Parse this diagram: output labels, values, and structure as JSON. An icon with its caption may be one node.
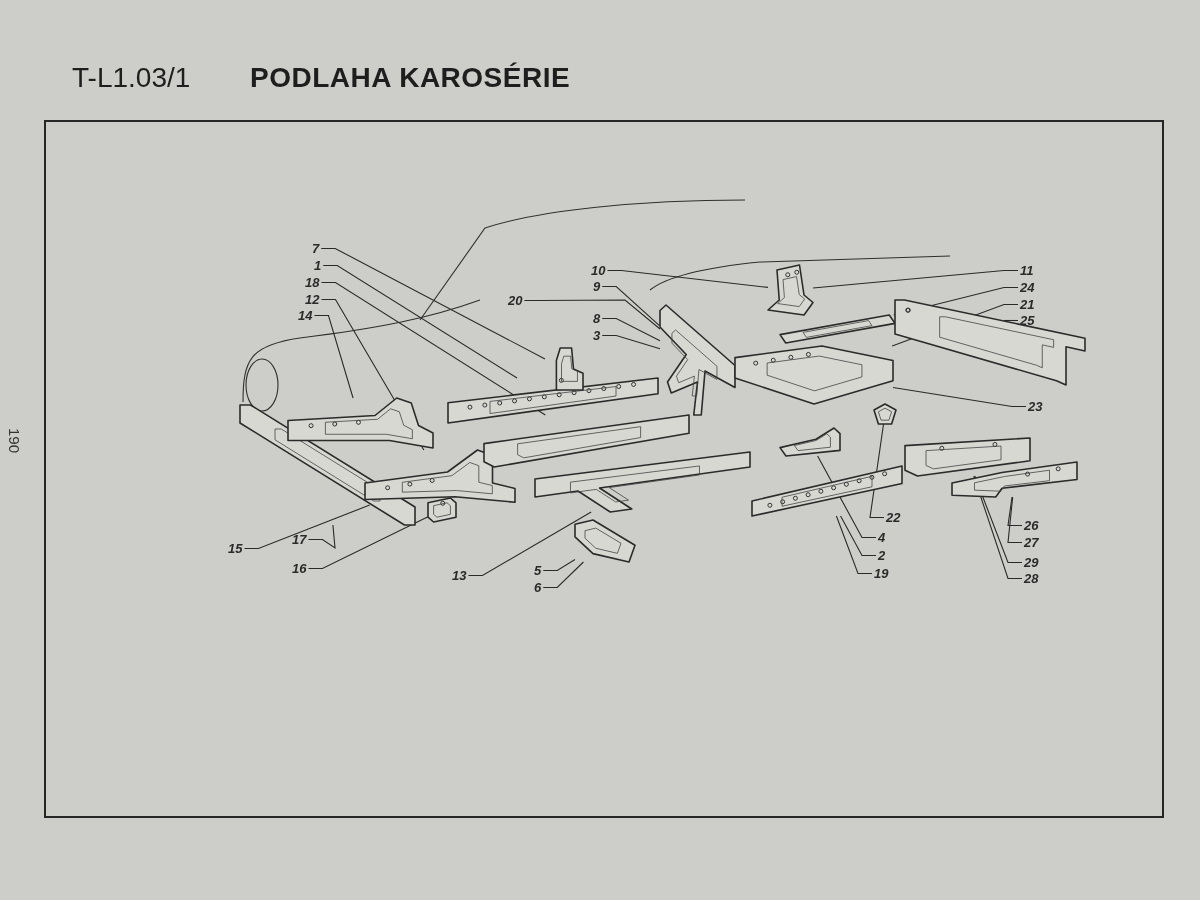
{
  "diagram": {
    "title": "PODLAHA KAROSÉRIE",
    "nodes": [
      {
        "text": [
          "7"
        ]
      },
      {
        "text": [
          "1"
        ]
      },
      {
        "text": [
          "18"
        ]
      },
      {
        "text": [
          "12"
        ]
      },
      {
        "text": [
          "14"
        ]
      },
      {
        "text": [
          "20"
        ]
      },
      {
        "text": [
          "10"
        ]
      },
      {
        "text": [
          "9"
        ]
      },
      {
        "text": [
          "8"
        ]
      },
      {
        "text": [
          "3"
        ]
      },
      {
        "text": [
          "11"
        ]
      },
      {
        "text": [
          "24"
        ]
      },
      {
        "text": [
          "21"
        ]
      },
      {
        "text": [
          "25"
        ]
      },
      {
        "text": [
          "23"
        ]
      },
      {
        "text": [
          "17"
        ]
      },
      {
        "text": [
          "15"
        ]
      },
      {
        "text": [
          "16"
        ]
      },
      {
        "text": [
          "13"
        ]
      },
      {
        "text": [
          "5"
        ]
      },
      {
        "text": [
          "6"
        ]
      },
      {
        "text": [
          "22"
        ]
      },
      {
        "text": [
          "4"
        ]
      },
      {
        "text": [
          "2"
        ]
      },
      {
        "text": [
          "19"
        ]
      },
      {
        "text": [
          "26"
        ]
      },
      {
        "text": [
          "27"
        ]
      },
      {
        "text": [
          "29"
        ]
      },
      {
        "text": [
          "28"
        ]
      },
      {
        "text": [],
        "shape": "picture"
      },
      {
        "text": [],
        "shape": "picture"
      },
      {
        "text": [],
        "shape": "picture"
      },
      {
        "text": [],
        "shape": "picture"
      },
      {
        "text": [],
        "shape": "picture"
      },
      {
        "text": [],
        "shape": "picture"
      },
      {
        "text": [],
        "shape": "picture"
      },
      {
        "text": [],
        "shape": "picture"
      },
      {
        "text": [],
        "shape": "picture"
      },
      {
        "text": [],
        "shape": "picture"
      },
      {
        "text": [],
        "shape": "picture"
      },
      {
        "text": [],
        "shape": "picture"
      },
      {
        "text": [],
        "shape": "picture"
      },
      {
        "text": [],
        "shape": "picture"
      },
      {
        "text": [],
        "shape": "picture"
      },
      {
        "text": [],
        "shape": "picture"
      },
      {
        "text": [],
        "shape": "picture"
      },
      {
        "text": [],
        "shape": "picture"
      },
      {
        "text": [],
        "shape": "picture"
      }
    ],
    "edges": [
      {
        "from": 0,
        "to": 34,
        "arrow": "none"
      },
      {
        "from": 1,
        "to": 33,
        "arrow": "none"
      },
      {
        "from": 2,
        "to": 35,
        "arrow": "none"
      },
      {
        "from": 3,
        "to": 31,
        "arrow": "none"
      },
      {
        "from": 4,
        "to": 30,
        "arrow": "none"
      },
      {
        "from": 5,
        "to": 39,
        "arrow": "none"
      },
      {
        "from": 6,
        "to": 40,
        "arrow": "none"
      },
      {
        "from": 7,
        "to": 39,
        "arrow": "none"
      },
      {
        "from": 8,
        "to": 39,
        "arrow": "none"
      },
      {
        "from": 9,
        "to": 39,
        "arrow": "none"
      },
      {
        "from": 10,
        "to": 40,
        "arrow": "none"
      },
      {
        "from": 11,
        "to": 41,
        "arrow": "none"
      },
      {
        "from": 12,
        "to": 42,
        "arrow": "none"
      },
      {
        "from": 13,
        "to": 43,
        "arrow": "none"
      },
      {
        "from": 14,
        "to": 42,
        "arrow": "none"
      },
      {
        "from": 15,
        "to": 29,
        "arrow": "none"
      },
      {
        "from": 16,
        "to": 31,
        "arrow": "none"
      },
      {
        "from": 17,
        "to": 32,
        "arrow": "none"
      },
      {
        "from": 18,
        "to": 36,
        "arrow": "none"
      },
      {
        "from": 19,
        "to": 37,
        "arrow": "none"
      },
      {
        "from": 20,
        "to": 37,
        "arrow": "none"
      },
      {
        "from": 21,
        "to": 45,
        "arrow": "none"
      },
      {
        "from": 22,
        "to": 44,
        "arrow": "none"
      },
      {
        "from": 23,
        "to": 38,
        "arrow": "none"
      },
      {
        "from": 24,
        "to": 38,
        "arrow": "none"
      },
      {
        "from": 25,
        "to": 47,
        "arrow": "none"
      },
      {
        "from": 26,
        "to": 47,
        "arrow": "none"
      },
      {
        "from": 27,
        "to": 46,
        "arrow": "none"
      },
      {
        "from": 28,
        "to": 46,
        "arrow": "none"
      }
    ],
    "labels": [
      "T-L1.03/1",
      "190"
    ]
  }
}
